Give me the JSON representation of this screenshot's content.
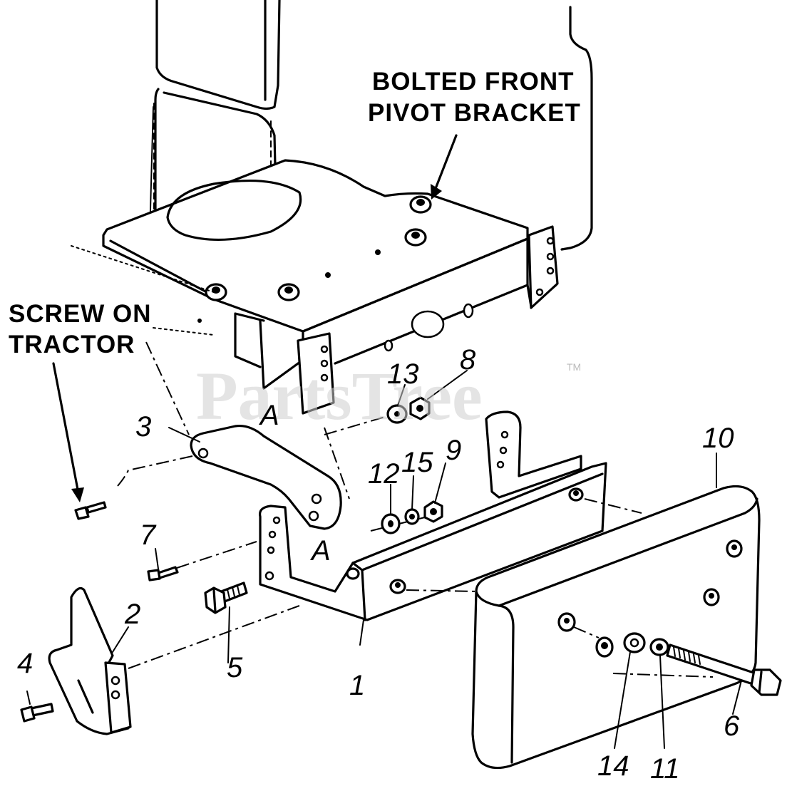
{
  "labels": {
    "bolted_front_line1": "BOLTED FRONT",
    "bolted_front_line2": "PIVOT BRACKET",
    "screw_line1": "SCREW ON",
    "screw_line2": "TRACTOR"
  },
  "callouts": {
    "p1": "1",
    "p2": "2",
    "p3": "3",
    "p4": "4",
    "p5": "5",
    "p6": "6",
    "p7": "7",
    "p8": "8",
    "p9": "9",
    "p10": "10",
    "p11": "11",
    "p12": "12",
    "p13": "13",
    "p14": "14",
    "p15": "15",
    "a_upper": "A",
    "a_lower": "A"
  },
  "watermark": {
    "text": "PartsTree",
    "mark": "TM"
  },
  "colors": {
    "ink": "#000000",
    "paper": "#ffffff",
    "watermark": "#cfcfcf"
  }
}
